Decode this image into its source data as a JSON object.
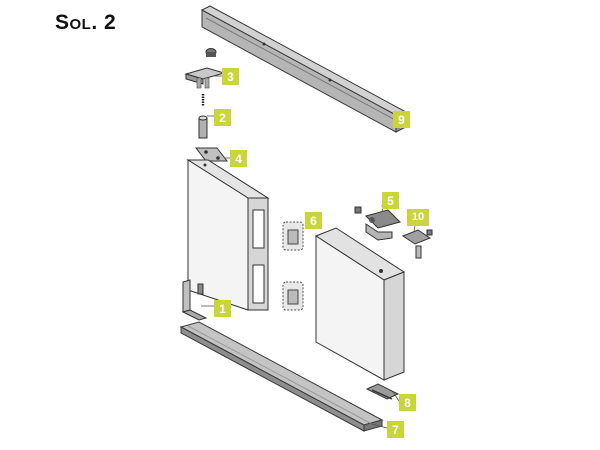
{
  "title": "Sol. 2",
  "callouts": [
    "1",
    "2",
    "3",
    "4",
    "5",
    "6",
    "7",
    "8",
    "9",
    "10"
  ],
  "colors": {
    "callout_bg": "#c9d53a",
    "rail": "#a9a9a9",
    "outline": "#3a3a3a",
    "panel_front": "#f4f4f4",
    "panel_edge": "#d9d9d9"
  }
}
